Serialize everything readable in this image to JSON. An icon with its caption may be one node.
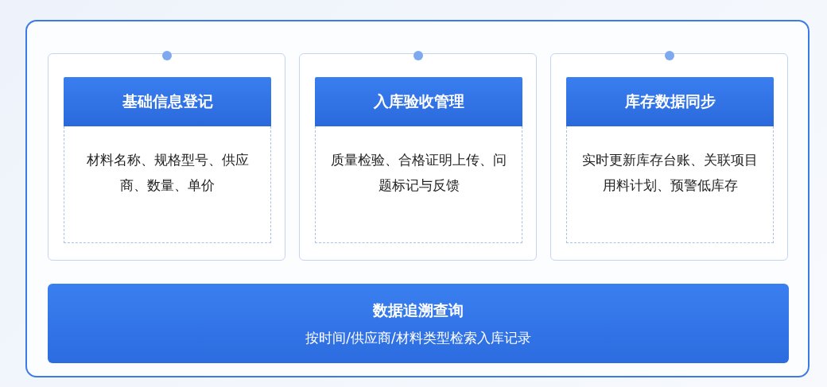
{
  "diagram": {
    "nodes": [
      {
        "text": [],
        "shape": "box"
      },
      {
        "text": [
          "基础信息登记",
          "材料名称、规格型号、供应商、数量、单价"
        ],
        "in": 0
      },
      {
        "text": [
          "入库验收管理",
          "质量检验、合格证明上传、问题标记与反馈"
        ],
        "in": 0
      },
      {
        "text": [
          "库存数据同步",
          "实时更新库存台账、关联项目用料计划、预警低库存"
        ],
        "in": 0
      },
      {
        "text": [
          "数据追溯查询",
          "按时间/供应商/材料类型检索入库记录"
        ],
        "in": 0
      }
    ],
    "edges": []
  }
}
